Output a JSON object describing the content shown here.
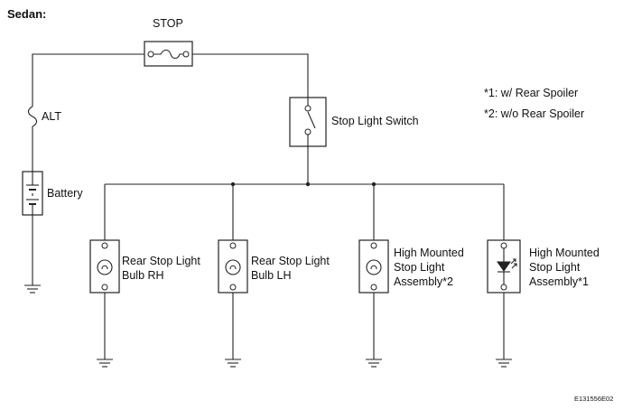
{
  "header": {
    "title": "Sedan:"
  },
  "fuse": {
    "label": "STOP"
  },
  "alternator": {
    "label": "ALT"
  },
  "battery": {
    "label": "Battery"
  },
  "switch": {
    "label": "Stop Light Switch"
  },
  "notes": [
    "*1: w/ Rear Spoiler",
    "*2: w/o Rear Spoiler"
  ],
  "loads": [
    {
      "lines": [
        "Rear Stop Light",
        "Bulb RH"
      ],
      "icon": "bulb-icon"
    },
    {
      "lines": [
        "Rear Stop Light",
        "Bulb LH"
      ],
      "icon": "bulb-icon"
    },
    {
      "lines": [
        "High Mounted",
        "Stop Light",
        "Assembly*2"
      ],
      "icon": "bulb-icon"
    },
    {
      "lines": [
        "High Mounted",
        "Stop Light",
        "Assembly*1"
      ],
      "icon": "led-icon"
    }
  ],
  "footer": {
    "code": "E131556E02"
  }
}
